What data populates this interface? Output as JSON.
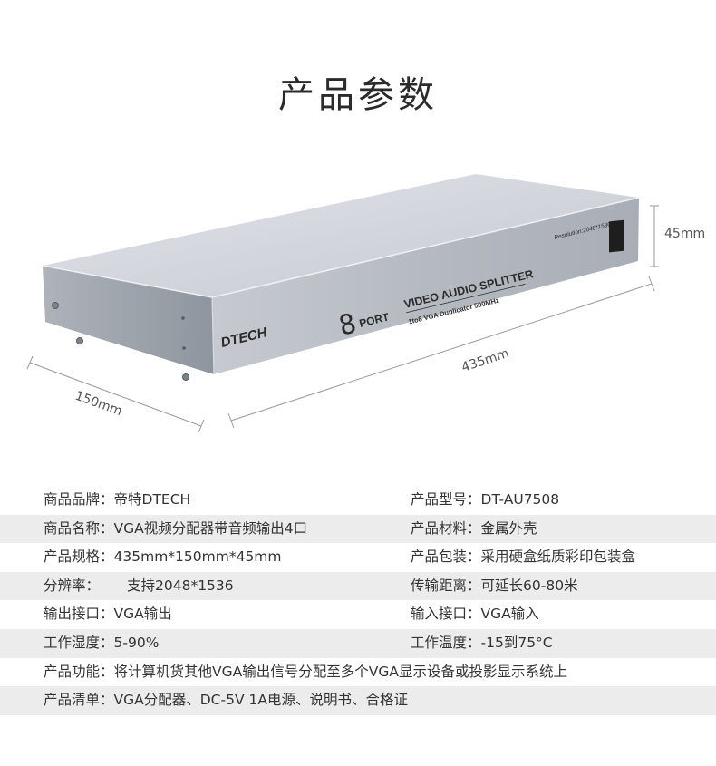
{
  "title": "产品参数",
  "product": {
    "brand_logo": "DTECH",
    "port_digit": "8",
    "port_label": "PORT",
    "model_title": "VIDEO AUDIO SPLITTER",
    "model_sub": "1to8 VGA Duplicator   500MHz",
    "resolution_text": "Resolution:2048*1536",
    "dim_height": "45mm",
    "dim_length": "435mm",
    "dim_depth": "150mm",
    "colors": {
      "body_top": "#d2d6dc",
      "body_front": "#b4b9c0",
      "body_side": "#9aa0a8",
      "text_dark": "#2a2a2a"
    }
  },
  "specs": [
    {
      "shade": false,
      "left": {
        "label": "商品品牌：",
        "value": "帝特DTECH"
      },
      "right": {
        "label": "产品型号：",
        "value": "DT-AU7508"
      }
    },
    {
      "shade": true,
      "left": {
        "label": "商品名称：",
        "value": "VGA视频分配器带音频输出4口"
      },
      "right": {
        "label": "产品材料：",
        "value": "金属外壳"
      }
    },
    {
      "shade": false,
      "left": {
        "label": "产品规格：",
        "value": "435mm*150mm*45mm"
      },
      "right": {
        "label": "产品包装：",
        "value": "采用硬盒纸质彩印包装盒"
      }
    },
    {
      "shade": true,
      "left": {
        "label": "分辨率：",
        "value": "支持2048*1536"
      },
      "right": {
        "label": "传输距离：",
        "value": "可延长60-80米"
      }
    },
    {
      "shade": false,
      "left": {
        "label": "输出接口：",
        "value": "VGA输出"
      },
      "right": {
        "label": "输入接口：",
        "value": "VGA输入"
      }
    },
    {
      "shade": true,
      "left": {
        "label": "工作湿度：",
        "value": "5-90%"
      },
      "right": {
        "label": "工作温度：",
        "value": "-15到75°C"
      }
    },
    {
      "shade": false,
      "left": {
        "label": "产品功能：",
        "value": "将计算机货其他VGA输出信号分配至多个VGA显示设备或投影显示系统上"
      },
      "right": null
    },
    {
      "shade": true,
      "left": {
        "label": "产品清单：",
        "value": "VGA分配器、DC-5V 1A电源、说明书、合格证"
      },
      "right": null
    }
  ]
}
